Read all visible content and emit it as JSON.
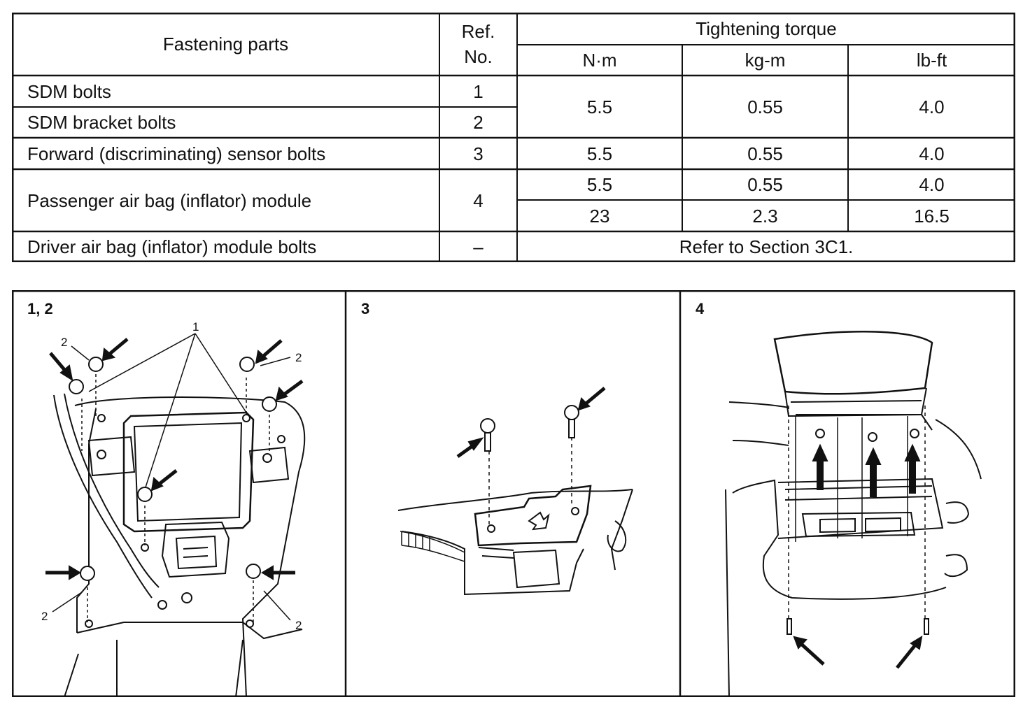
{
  "table": {
    "headers": {
      "fastening_parts": "Fastening parts",
      "ref_no_line1": "Ref.",
      "ref_no_line2": "No.",
      "tightening_torque": "Tightening torque",
      "unit_nm": "N·m",
      "unit_kgm": "kg-m",
      "unit_lbft": "lb-ft"
    },
    "rows": [
      {
        "part": "SDM bolts",
        "ref": "1"
      },
      {
        "part": "SDM bracket bolts",
        "ref": "2"
      },
      {
        "part": "Forward (discriminating) sensor bolts",
        "ref": "3"
      },
      {
        "part": "Passenger air bag (inflator) module",
        "ref": "4"
      },
      {
        "part": "Driver air bag (inflator) module bolts",
        "ref": "–"
      }
    ],
    "values": {
      "sdm": {
        "nm": "5.5",
        "kgm": "0.55",
        "lbft": "4.0"
      },
      "sensor": {
        "nm": "5.5",
        "kgm": "0.55",
        "lbft": "4.0"
      },
      "passenger_a": {
        "nm": "5.5",
        "kgm": "0.55",
        "lbft": "4.0"
      },
      "passenger_b": {
        "nm": "23",
        "kgm": "2.3",
        "lbft": "16.5"
      },
      "driver_note": "Refer to Section 3C1."
    }
  },
  "panels": [
    {
      "label": "1, 2",
      "callouts": [
        "1",
        "2",
        "2",
        "2",
        "2"
      ]
    },
    {
      "label": "3"
    },
    {
      "label": "4"
    }
  ]
}
